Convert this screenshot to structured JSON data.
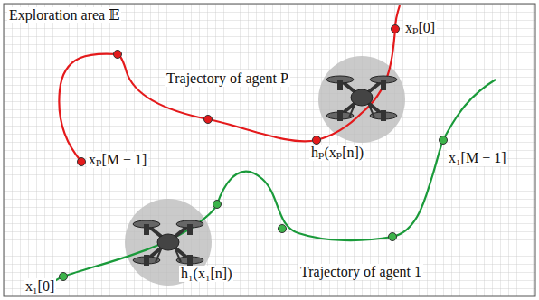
{
  "diagram": {
    "labels": [
      "Exploration area 𝔼",
      "Trajectory of agent P",
      "xₚ[0]",
      "hₚ(xₚ[n])",
      "xₚ[M − 1]",
      "x₁[M − 1]",
      "h₁(x₁[n])",
      "x₁[0]",
      "Trajectory of agent 1"
    ]
  }
}
